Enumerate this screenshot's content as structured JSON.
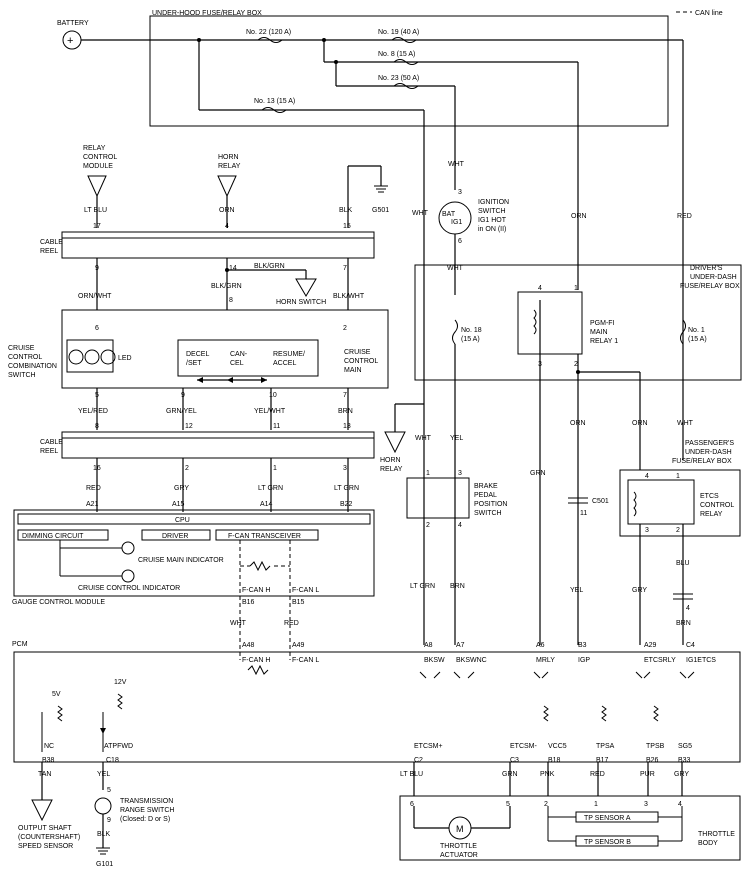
{
  "legend": {
    "can_line": "CAN line"
  },
  "top": {
    "battery": "BATTERY",
    "fuse_box": "UNDER-HOOD FUSE/RELAY BOX",
    "f22": "No. 22 (120 A)",
    "f19": "No. 19 (40 A)",
    "f8": "No. 8 (15 A)",
    "f23": "No. 23 (50 A)",
    "f13": "No. 13 (15 A)"
  },
  "ignition": {
    "wire_in": "WHT",
    "pin_top": "3",
    "pin_bottom": "6",
    "bat": "BAT",
    "ig1": "IG1",
    "label": [
      "IGNITION",
      "SWITCH",
      "IG1 HOT",
      "in ON (II)"
    ],
    "wire_out": "WHT"
  },
  "ground_g501": "G501",
  "relay_module": [
    "RELAY",
    "CONTROL",
    "MODULE"
  ],
  "horn_relay_top": [
    "HORN",
    "RELAY"
  ],
  "horn_relay_mid": [
    "HORN",
    "RELAY"
  ],
  "cable_reel": [
    "CABLE",
    "REEL"
  ],
  "reel1": {
    "top_wires": [
      "LT BLU",
      "ORN",
      "BLK"
    ],
    "top_pins": [
      "17",
      "4",
      "15"
    ],
    "bottom_pins": [
      "9",
      "14",
      "7"
    ],
    "bottom_wires": [
      "ORN/WHT",
      "BLK/GRN",
      "BLK/WHT"
    ]
  },
  "horn_switch": {
    "wire": "BLK/GRN",
    "label": "HORN SWITCH",
    "wire2": "BLK/GRN"
  },
  "combo": {
    "label": [
      "CRUISE",
      "CONTROL",
      "COMBINATION",
      "SWITCH"
    ],
    "led": "LED",
    "top_pins": [
      "6",
      "8",
      "2"
    ],
    "decel": [
      "DECEL",
      "/SET"
    ],
    "cancel": [
      "CAN-",
      "CEL"
    ],
    "resume": [
      "RESUME/",
      "ACCEL"
    ],
    "main": [
      "CRUISE",
      "CONTROL",
      "MAIN"
    ],
    "bottom_pins": [
      "5",
      "9",
      "10",
      "7"
    ],
    "bottom_wires": [
      "YEL/RED",
      "GRN/YEL",
      "YEL/WHT",
      "BRN"
    ]
  },
  "reel2": {
    "top_pins": [
      "8",
      "12",
      "11",
      "13"
    ],
    "bottom_pins": [
      "16",
      "2",
      "1",
      "3"
    ],
    "bottom_wires": [
      "RED",
      "GRY",
      "LT GRN",
      "LT GRN"
    ],
    "gcm_pins": [
      "A21",
      "A15",
      "A14",
      "B22"
    ]
  },
  "gcm": {
    "cpu": "CPU",
    "dimming": "DIMMING CIRCUIT",
    "driver": "DRIVER",
    "fcan": "F-CAN TRANSCEIVER",
    "main_ind": "CRUISE MAIN INDICATOR",
    "cc_ind": "CRUISE CONTROL INDICATOR",
    "label": "GAUGE CONTROL MODULE",
    "can_h": "F-CAN H",
    "can_l": "F-CAN L",
    "pin_h": "B16",
    "pin_l": "B15",
    "wire_h": "WHT",
    "wire_l": "RED"
  },
  "drivers_box": {
    "label": [
      "DRIVER'S",
      "UNDER-DASH",
      "FUSE/RELAY BOX"
    ],
    "f18": [
      "No. 18",
      "(15 A)"
    ],
    "f1": [
      "No. 1",
      "(15 A)"
    ],
    "relay": [
      "PGM-FI",
      "MAIN",
      "RELAY 1"
    ],
    "relay_pins": [
      "4",
      "1",
      "3",
      "2"
    ]
  },
  "brake_switch": {
    "label": [
      "BRAKE",
      "PEDAL",
      "POSITION",
      "SWITCH"
    ],
    "pins_top": [
      "1",
      "3"
    ],
    "pins_bottom": [
      "2",
      "4"
    ],
    "wires_in": [
      "WHT",
      "YEL"
    ],
    "wires_out": [
      "LT GRN",
      "BRN"
    ]
  },
  "c501": {
    "name": "C501",
    "pin": "11"
  },
  "pass_box": {
    "label": [
      "PASSENGER'S",
      "UNDER-DASH",
      "FUSE/RELAY BOX"
    ],
    "relay": [
      "ETCS",
      "CONTROL",
      "RELAY"
    ],
    "pins": [
      "4",
      "1",
      "3",
      "2"
    ],
    "c4_pin": "4"
  },
  "wire_labels": {
    "wht_left": "WHT",
    "orn_mid": "ORN",
    "red_right": "RED",
    "grn": "GRN",
    "orn_c501": "ORN",
    "yel_c501": "YEL",
    "gry": "GRY",
    "wht_pass": "WHT",
    "orn_pass": "ORN",
    "blu": "BLU",
    "brn": "BRN"
  },
  "pcm": {
    "label": "PCM",
    "pins_top": [
      "A48",
      "A49",
      "A8",
      "A7",
      "A6",
      "B3",
      "A29",
      "C4"
    ],
    "sig_top": [
      "F-CAN H",
      "F-CAN L",
      "BKSW",
      "BKSWNC",
      "MRLY",
      "IGP",
      "ETCSRLY",
      "IG1ETCS"
    ],
    "v5": "5V",
    "v12": "12V",
    "sig_bottom": [
      "NC",
      "ATPFWD",
      "ETCSM+",
      "ETCSM-",
      "VCC5",
      "TPSA",
      "TPSB",
      "SG5"
    ],
    "pins_bottom": [
      "B38",
      "C18",
      "C2",
      "C3",
      "B18",
      "B17",
      "B26",
      "B33"
    ],
    "wires_bottom": [
      "TAN",
      "YEL",
      "LT BLU",
      "GRN",
      "PNK",
      "RED",
      "PUR",
      "GRY"
    ]
  },
  "speed_sensor": [
    "OUTPUT SHAFT",
    "(COUNTERSHAFT)",
    "SPEED SENSOR"
  ],
  "trs": {
    "label": [
      "TRANSMISSION",
      "RANGE SWITCH",
      "(Closed: D or S)"
    ],
    "pin_top": "5",
    "pin_bottom": "9",
    "wire": "BLK",
    "ground": "G101"
  },
  "throttle": {
    "motor": "M",
    "actuator": [
      "THROTTLE",
      "ACTUATOR"
    ],
    "body": [
      "THROTTLE",
      "BODY"
    ],
    "sensor_a": "TP SENSOR A",
    "sensor_b": "TP SENSOR B",
    "pins": [
      "6",
      "5",
      "2",
      "1",
      "3",
      "4"
    ]
  }
}
